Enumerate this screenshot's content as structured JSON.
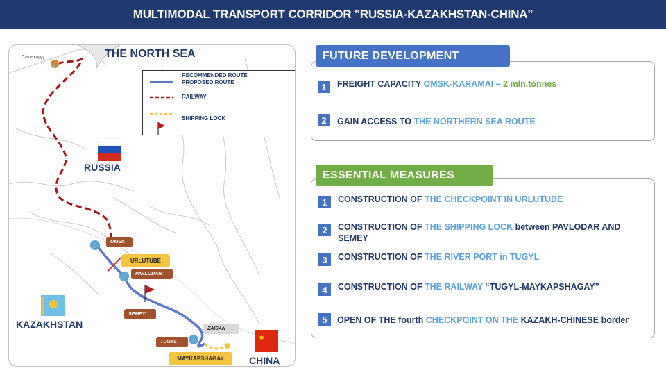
{
  "title": "MULTIMODAL TRANSPORT CORRIDOR \"RUSSIA-KAZAKHSTAN-CHINA\"",
  "map": {
    "sea_label": "THE NORTH SEA",
    "salekhard": "Салехард",
    "russia": "RUSSIA",
    "kazakhstan": "KAZAKHSTAN",
    "china": "CHINA",
    "cities": {
      "omsk": "OMSK",
      "urlutube": "URLUTUBE",
      "pavlodar": "PAVLODAR",
      "semey": "SEMEY",
      "zaisan": "ZAISAN",
      "tugyl": "TUGYL",
      "maykapshagay": "MAYKAPSHAGAY"
    },
    "legend": {
      "recommended": "RECOMMENDED ROUTE",
      "proposed": "PROPOSED ROUTE",
      "railway": "RAILWAY",
      "shipping_lock": "SHIPPING LOCK"
    },
    "colors": {
      "route": "#5b79c8",
      "railway": "#a01818",
      "shipping_lock": "#f5c542",
      "city_tag": "#a0522d"
    }
  },
  "future": {
    "header": "FUTURE DEVELOPMENT",
    "items": [
      {
        "n": "1",
        "a": "FREIGHT CAPACITY ",
        "b": "OMSK-KARAMAI – ",
        "c": "2 mln.tonnes"
      },
      {
        "n": "2",
        "a": "GAIN ACCESS TO ",
        "b": "THE NORTHERN SEA ROUTE"
      }
    ]
  },
  "measures": {
    "header": "ESSENTIAL MEASURES",
    "items": [
      {
        "n": "1",
        "a": "CONSTRUCTION OF ",
        "b": "THE CHECKPOINT IN URLUTUBE",
        "c": ""
      },
      {
        "n": "2",
        "a": "CONSTRUCTION OF ",
        "b": "THE SHIPPING LOCK",
        "c": " between PAVLODAR AND SEMEY"
      },
      {
        "n": "3",
        "a": "CONSTRUCTION OF ",
        "b": "THE RIVER PORT in TUGYL",
        "c": ""
      },
      {
        "n": "4",
        "a": "CONSTRUCTION OF ",
        "b": "THE RAILWAY",
        "c": " “TUGYL-MAYKAPSHAGAY”"
      },
      {
        "n": "5",
        "a": "OPEN OF THE fourth ",
        "b": "CHECKPOINT ON THE",
        "c": " KAZAKH-CHINESE border"
      }
    ]
  }
}
